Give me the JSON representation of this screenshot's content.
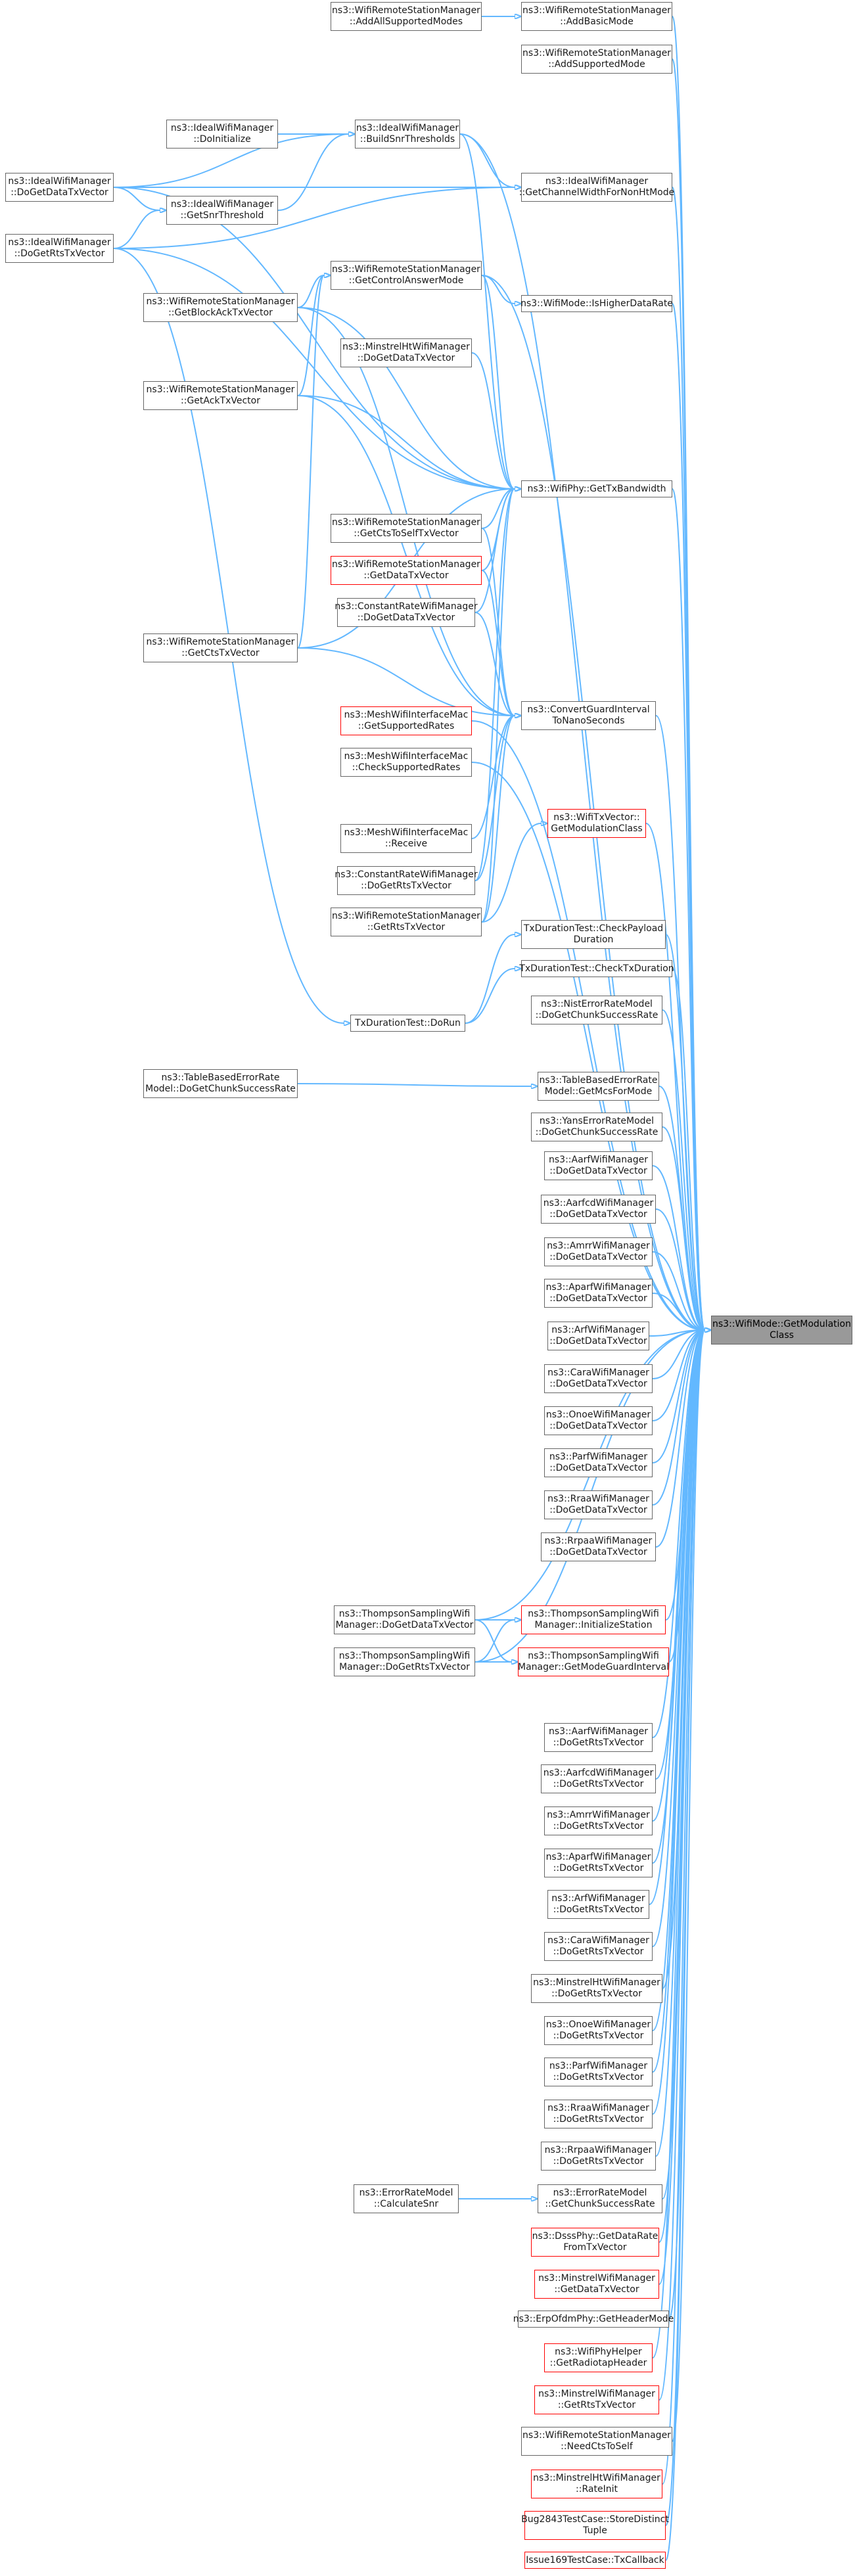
{
  "focus": "n_focus",
  "style": {
    "edge_color": "#63b8ff",
    "node_border": "#666666",
    "node_border_highlight": "#ff0000",
    "focus_fill": "#999999"
  },
  "nodes": [
    {
      "id": "n_focus",
      "lines": [
        "ns3::WifiMode::GetModulation",
        "Class"
      ],
      "variant": "focus"
    },
    {
      "id": "n_addAll",
      "lines": [
        "ns3::WifiRemoteStationManager",
        "::AddAllSupportedModes"
      ],
      "variant": "normal"
    },
    {
      "id": "n_addBasic",
      "lines": [
        "ns3::WifiRemoteStationManager",
        "::AddBasicMode"
      ],
      "variant": "normal"
    },
    {
      "id": "n_addSupp",
      "lines": [
        "ns3::WifiRemoteStationManager",
        "::AddSupportedMode"
      ],
      "variant": "normal"
    },
    {
      "id": "n_idealInit",
      "lines": [
        "ns3::IdealWifiManager",
        "::DoInitialize"
      ],
      "variant": "normal"
    },
    {
      "id": "n_buildSnr",
      "lines": [
        "ns3::IdealWifiManager",
        "::BuildSnrThresholds"
      ],
      "variant": "normal"
    },
    {
      "id": "n_idealData",
      "lines": [
        "ns3::IdealWifiManager",
        "::DoGetDataTxVector"
      ],
      "variant": "normal"
    },
    {
      "id": "n_getChanW",
      "lines": [
        "ns3::IdealWifiManager",
        "::GetChannelWidthForNonHtMode"
      ],
      "variant": "normal"
    },
    {
      "id": "n_getSnrTh",
      "lines": [
        "ns3::IdealWifiManager",
        "::GetSnrThreshold"
      ],
      "variant": "normal"
    },
    {
      "id": "n_idealRts",
      "lines": [
        "ns3::IdealWifiManager",
        "::DoGetRtsTxVector"
      ],
      "variant": "normal"
    },
    {
      "id": "n_getCtrlAns",
      "lines": [
        "ns3::WifiRemoteStationManager",
        "::GetControlAnswerMode"
      ],
      "variant": "normal"
    },
    {
      "id": "n_getBlockAck",
      "lines": [
        "ns3::WifiRemoteStationManager",
        "::GetBlockAckTxVector"
      ],
      "variant": "normal"
    },
    {
      "id": "n_isHigher",
      "lines": [
        "ns3::WifiMode::IsHigherDataRate"
      ],
      "variant": "normal"
    },
    {
      "id": "n_minHtData",
      "lines": [
        "ns3::MinstrelHtWifiManager",
        "::DoGetDataTxVector"
      ],
      "variant": "normal"
    },
    {
      "id": "n_getAck",
      "lines": [
        "ns3::WifiRemoteStationManager",
        "::GetAckTxVector"
      ],
      "variant": "normal"
    },
    {
      "id": "n_getTxBw",
      "lines": [
        "ns3::WifiPhy::GetTxBandwidth"
      ],
      "variant": "normal"
    },
    {
      "id": "n_getCtsSelf",
      "lines": [
        "ns3::WifiRemoteStationManager",
        "::GetCtsToSelfTxVector"
      ],
      "variant": "normal"
    },
    {
      "id": "n_getDataTx",
      "lines": [
        "ns3::WifiRemoteStationManager",
        "::GetDataTxVector"
      ],
      "variant": "red"
    },
    {
      "id": "n_constData",
      "lines": [
        "ns3::ConstantRateWifiManager",
        "::DoGetDataTxVector"
      ],
      "variant": "normal"
    },
    {
      "id": "n_getCts",
      "lines": [
        "ns3::WifiRemoteStationManager",
        "::GetCtsTxVector"
      ],
      "variant": "normal"
    },
    {
      "id": "n_convGI",
      "lines": [
        "ns3::ConvertGuardInterval",
        "ToNanoSeconds"
      ],
      "variant": "normal"
    },
    {
      "id": "n_meshGetSupp",
      "lines": [
        "ns3::MeshWifiInterfaceMac",
        "::GetSupportedRates"
      ],
      "variant": "red"
    },
    {
      "id": "n_meshCheck",
      "lines": [
        "ns3::MeshWifiInterfaceMac",
        "::CheckSupportedRates"
      ],
      "variant": "normal"
    },
    {
      "id": "n_txvecMod",
      "lines": [
        "ns3::WifiTxVector::",
        "GetModulationClass"
      ],
      "variant": "red"
    },
    {
      "id": "n_meshRecv",
      "lines": [
        "ns3::MeshWifiInterfaceMac",
        "::Receive"
      ],
      "variant": "normal"
    },
    {
      "id": "n_constRts",
      "lines": [
        "ns3::ConstantRateWifiManager",
        "::DoGetRtsTxVector"
      ],
      "variant": "normal"
    },
    {
      "id": "n_getRtsTx",
      "lines": [
        "ns3::WifiRemoteStationManager",
        "::GetRtsTxVector"
      ],
      "variant": "normal"
    },
    {
      "id": "n_txdCheckPay",
      "lines": [
        "TxDurationTest::CheckPayload",
        "Duration"
      ],
      "variant": "normal"
    },
    {
      "id": "n_txdCheckTx",
      "lines": [
        "TxDurationTest::CheckTxDuration"
      ],
      "variant": "normal"
    },
    {
      "id": "n_txdDoRun",
      "lines": [
        "TxDurationTest::DoRun"
      ],
      "variant": "normal"
    },
    {
      "id": "n_nistChunk",
      "lines": [
        "ns3::NistErrorRateModel",
        "::DoGetChunkSuccessRate"
      ],
      "variant": "normal"
    },
    {
      "id": "n_tableChunk",
      "lines": [
        "ns3::TableBasedErrorRate",
        "Model::DoGetChunkSuccessRate"
      ],
      "variant": "normal"
    },
    {
      "id": "n_tableMcs",
      "lines": [
        "ns3::TableBasedErrorRate",
        "Model::GetMcsForMode"
      ],
      "variant": "normal"
    },
    {
      "id": "n_yansChunk",
      "lines": [
        "ns3::YansErrorRateModel",
        "::DoGetChunkSuccessRate"
      ],
      "variant": "normal"
    },
    {
      "id": "n_aarfData",
      "lines": [
        "ns3::AarfWifiManager",
        "::DoGetDataTxVector"
      ],
      "variant": "normal"
    },
    {
      "id": "n_aarfcdData",
      "lines": [
        "ns3::AarfcdWifiManager",
        "::DoGetDataTxVector"
      ],
      "variant": "normal"
    },
    {
      "id": "n_amrrData",
      "lines": [
        "ns3::AmrrWifiManager",
        "::DoGetDataTxVector"
      ],
      "variant": "normal"
    },
    {
      "id": "n_aparfData",
      "lines": [
        "ns3::AparfWifiManager",
        "::DoGetDataTxVector"
      ],
      "variant": "normal"
    },
    {
      "id": "n_arfData",
      "lines": [
        "ns3::ArfWifiManager",
        "::DoGetDataTxVector"
      ],
      "variant": "normal"
    },
    {
      "id": "n_caraData",
      "lines": [
        "ns3::CaraWifiManager",
        "::DoGetDataTxVector"
      ],
      "variant": "normal"
    },
    {
      "id": "n_onoeData",
      "lines": [
        "ns3::OnoeWifiManager",
        "::DoGetDataTxVector"
      ],
      "variant": "normal"
    },
    {
      "id": "n_parfData",
      "lines": [
        "ns3::ParfWifiManager",
        "::DoGetDataTxVector"
      ],
      "variant": "normal"
    },
    {
      "id": "n_rraaData",
      "lines": [
        "ns3::RraaWifiManager",
        "::DoGetDataTxVector"
      ],
      "variant": "normal"
    },
    {
      "id": "n_rrpaaData",
      "lines": [
        "ns3::RrpaaWifiManager",
        "::DoGetDataTxVector"
      ],
      "variant": "normal"
    },
    {
      "id": "n_tsData",
      "lines": [
        "ns3::ThompsonSamplingWifi",
        "Manager::DoGetDataTxVector"
      ],
      "variant": "normal"
    },
    {
      "id": "n_tsInit",
      "lines": [
        "ns3::ThompsonSamplingWifi",
        "Manager::InitializeStation"
      ],
      "variant": "red"
    },
    {
      "id": "n_tsRts",
      "lines": [
        "ns3::ThompsonSamplingWifi",
        "Manager::DoGetRtsTxVector"
      ],
      "variant": "normal"
    },
    {
      "id": "n_tsGI",
      "lines": [
        "ns3::ThompsonSamplingWifi",
        "Manager::GetModeGuardInterval"
      ],
      "variant": "red"
    },
    {
      "id": "n_aarfRts",
      "lines": [
        "ns3::AarfWifiManager",
        "::DoGetRtsTxVector"
      ],
      "variant": "normal"
    },
    {
      "id": "n_aarfcdRts",
      "lines": [
        "ns3::AarfcdWifiManager",
        "::DoGetRtsTxVector"
      ],
      "variant": "normal"
    },
    {
      "id": "n_amrrRts",
      "lines": [
        "ns3::AmrrWifiManager",
        "::DoGetRtsTxVector"
      ],
      "variant": "normal"
    },
    {
      "id": "n_aparfRts",
      "lines": [
        "ns3::AparfWifiManager",
        "::DoGetRtsTxVector"
      ],
      "variant": "normal"
    },
    {
      "id": "n_arfRts",
      "lines": [
        "ns3::ArfWifiManager",
        "::DoGetRtsTxVector"
      ],
      "variant": "normal"
    },
    {
      "id": "n_caraRts",
      "lines": [
        "ns3::CaraWifiManager",
        "::DoGetRtsTxVector"
      ],
      "variant": "normal"
    },
    {
      "id": "n_minHtRts",
      "lines": [
        "ns3::MinstrelHtWifiManager",
        "::DoGetRtsTxVector"
      ],
      "variant": "normal"
    },
    {
      "id": "n_onoeRts",
      "lines": [
        "ns3::OnoeWifiManager",
        "::DoGetRtsTxVector"
      ],
      "variant": "normal"
    },
    {
      "id": "n_parfRts",
      "lines": [
        "ns3::ParfWifiManager",
        "::DoGetRtsTxVector"
      ],
      "variant": "normal"
    },
    {
      "id": "n_rraaRts",
      "lines": [
        "ns3::RraaWifiManager",
        "::DoGetRtsTxVector"
      ],
      "variant": "normal"
    },
    {
      "id": "n_rrpaaRts",
      "lines": [
        "ns3::RrpaaWifiManager",
        "::DoGetRtsTxVector"
      ],
      "variant": "normal"
    },
    {
      "id": "n_calcSnr",
      "lines": [
        "ns3::ErrorRateModel",
        "::CalculateSnr"
      ],
      "variant": "normal"
    },
    {
      "id": "n_errChunk",
      "lines": [
        "ns3::ErrorRateModel",
        "::GetChunkSuccessRate"
      ],
      "variant": "normal"
    },
    {
      "id": "n_dsssRate",
      "lines": [
        "ns3::DsssPhy::GetDataRate",
        "FromTxVector"
      ],
      "variant": "red"
    },
    {
      "id": "n_minGetData",
      "lines": [
        "ns3::MinstrelWifiManager",
        "::GetDataTxVector"
      ],
      "variant": "red"
    },
    {
      "id": "n_erpHdr",
      "lines": [
        "ns3::ErpOfdmPhy::GetHeaderMode"
      ],
      "variant": "normal"
    },
    {
      "id": "n_radiotap",
      "lines": [
        "ns3::WifiPhyHelper",
        "::GetRadiotapHeader"
      ],
      "variant": "red"
    },
    {
      "id": "n_minGetRts",
      "lines": [
        "ns3::MinstrelWifiManager",
        "::GetRtsTxVector"
      ],
      "variant": "red"
    },
    {
      "id": "n_needCts",
      "lines": [
        "ns3::WifiRemoteStationManager",
        "::NeedCtsToSelf"
      ],
      "variant": "normal"
    },
    {
      "id": "n_minHtInit",
      "lines": [
        "ns3::MinstrelHtWifiManager",
        "::RateInit"
      ],
      "variant": "red"
    },
    {
      "id": "n_bug2843",
      "lines": [
        "Bug2843TestCase::StoreDistinct",
        "Tuple"
      ],
      "variant": "red"
    },
    {
      "id": "n_issue169",
      "lines": [
        "Issue169TestCase::TxCallback"
      ],
      "variant": "red"
    }
  ],
  "edges": [
    [
      "n_addAll",
      "n_addBasic"
    ],
    [
      "n_addBasic",
      "n_focus"
    ],
    [
      "n_addSupp",
      "n_focus"
    ],
    [
      "n_idealInit",
      "n_buildSnr"
    ],
    [
      "n_idealData",
      "n_buildSnr"
    ],
    [
      "n_idealData",
      "n_getSnrTh"
    ],
    [
      "n_idealData",
      "n_getChanW"
    ],
    [
      "n_getSnrTh",
      "n_buildSnr"
    ],
    [
      "n_idealRts",
      "n_getSnrTh"
    ],
    [
      "n_idealRts",
      "n_getChanW"
    ],
    [
      "n_buildSnr",
      "n_getChanW"
    ],
    [
      "n_buildSnr",
      "n_getTxBw"
    ],
    [
      "n_buildSnr",
      "n_focus"
    ],
    [
      "n_getChanW",
      "n_focus"
    ],
    [
      "n_idealRts",
      "n_getTxBw"
    ],
    [
      "n_idealData",
      "n_getTxBw"
    ],
    [
      "n_getBlockAck",
      "n_getCtrlAns"
    ],
    [
      "n_getAck",
      "n_getCtrlAns"
    ],
    [
      "n_getCts",
      "n_getCtrlAns"
    ],
    [
      "n_getCtrlAns",
      "n_isHigher"
    ],
    [
      "n_getCtrlAns",
      "n_getTxBw"
    ],
    [
      "n_getCtrlAns",
      "n_focus"
    ],
    [
      "n_isHigher",
      "n_focus"
    ],
    [
      "n_getBlockAck",
      "n_getTxBw"
    ],
    [
      "n_getAck",
      "n_getTxBw"
    ],
    [
      "n_getBlockAck",
      "n_convGI"
    ],
    [
      "n_getAck",
      "n_convGI"
    ],
    [
      "n_minHtData",
      "n_getTxBw"
    ],
    [
      "n_getCtsSelf",
      "n_getTxBw"
    ],
    [
      "n_getDataTx",
      "n_getTxBw"
    ],
    [
      "n_constData",
      "n_getTxBw"
    ],
    [
      "n_getCts",
      "n_getTxBw"
    ],
    [
      "n_constRts",
      "n_getTxBw"
    ],
    [
      "n_getRtsTx",
      "n_getTxBw"
    ],
    [
      "n_getTxBw",
      "n_focus"
    ],
    [
      "n_getCtsSelf",
      "n_convGI"
    ],
    [
      "n_getDataTx",
      "n_convGI"
    ],
    [
      "n_constData",
      "n_convGI"
    ],
    [
      "n_getCts",
      "n_convGI"
    ],
    [
      "n_meshRecv",
      "n_convGI"
    ],
    [
      "n_constRts",
      "n_convGI"
    ],
    [
      "n_getRtsTx",
      "n_convGI"
    ],
    [
      "n_convGI",
      "n_focus"
    ],
    [
      "n_meshGetSupp",
      "n_focus"
    ],
    [
      "n_meshCheck",
      "n_focus"
    ],
    [
      "n_txvecMod",
      "n_focus"
    ],
    [
      "n_getRtsTx",
      "n_txvecMod"
    ],
    [
      "n_idealRts",
      "n_txdDoRun"
    ],
    [
      "n_txdDoRun",
      "n_txdCheckPay"
    ],
    [
      "n_txdDoRun",
      "n_txdCheckTx"
    ],
    [
      "n_txdCheckPay",
      "n_focus"
    ],
    [
      "n_txdCheckTx",
      "n_focus"
    ],
    [
      "n_nistChunk",
      "n_focus"
    ],
    [
      "n_tableChunk",
      "n_tableMcs"
    ],
    [
      "n_tableMcs",
      "n_focus"
    ],
    [
      "n_yansChunk",
      "n_focus"
    ],
    [
      "n_aarfData",
      "n_focus"
    ],
    [
      "n_aarfcdData",
      "n_focus"
    ],
    [
      "n_amrrData",
      "n_focus"
    ],
    [
      "n_aparfData",
      "n_focus"
    ],
    [
      "n_arfData",
      "n_focus"
    ],
    [
      "n_caraData",
      "n_focus"
    ],
    [
      "n_onoeData",
      "n_focus"
    ],
    [
      "n_parfData",
      "n_focus"
    ],
    [
      "n_rraaData",
      "n_focus"
    ],
    [
      "n_rrpaaData",
      "n_focus"
    ],
    [
      "n_tsData",
      "n_tsInit"
    ],
    [
      "n_tsData",
      "n_tsGI"
    ],
    [
      "n_tsRts",
      "n_tsInit"
    ],
    [
      "n_tsRts",
      "n_tsGI"
    ],
    [
      "n_tsData",
      "n_focus"
    ],
    [
      "n_tsInit",
      "n_focus"
    ],
    [
      "n_tsGI",
      "n_focus"
    ],
    [
      "n_tsRts",
      "n_focus"
    ],
    [
      "n_aarfRts",
      "n_focus"
    ],
    [
      "n_aarfcdRts",
      "n_focus"
    ],
    [
      "n_amrrRts",
      "n_focus"
    ],
    [
      "n_aparfRts",
      "n_focus"
    ],
    [
      "n_arfRts",
      "n_focus"
    ],
    [
      "n_caraRts",
      "n_focus"
    ],
    [
      "n_minHtRts",
      "n_focus"
    ],
    [
      "n_onoeRts",
      "n_focus"
    ],
    [
      "n_parfRts",
      "n_focus"
    ],
    [
      "n_rraaRts",
      "n_focus"
    ],
    [
      "n_rrpaaRts",
      "n_focus"
    ],
    [
      "n_calcSnr",
      "n_errChunk"
    ],
    [
      "n_errChunk",
      "n_focus"
    ],
    [
      "n_dsssRate",
      "n_focus"
    ],
    [
      "n_minGetData",
      "n_focus"
    ],
    [
      "n_erpHdr",
      "n_focus"
    ],
    [
      "n_radiotap",
      "n_focus"
    ],
    [
      "n_minGetRts",
      "n_focus"
    ],
    [
      "n_needCts",
      "n_focus"
    ],
    [
      "n_minHtInit",
      "n_focus"
    ],
    [
      "n_bug2843",
      "n_focus"
    ],
    [
      "n_issue169",
      "n_focus"
    ]
  ]
}
